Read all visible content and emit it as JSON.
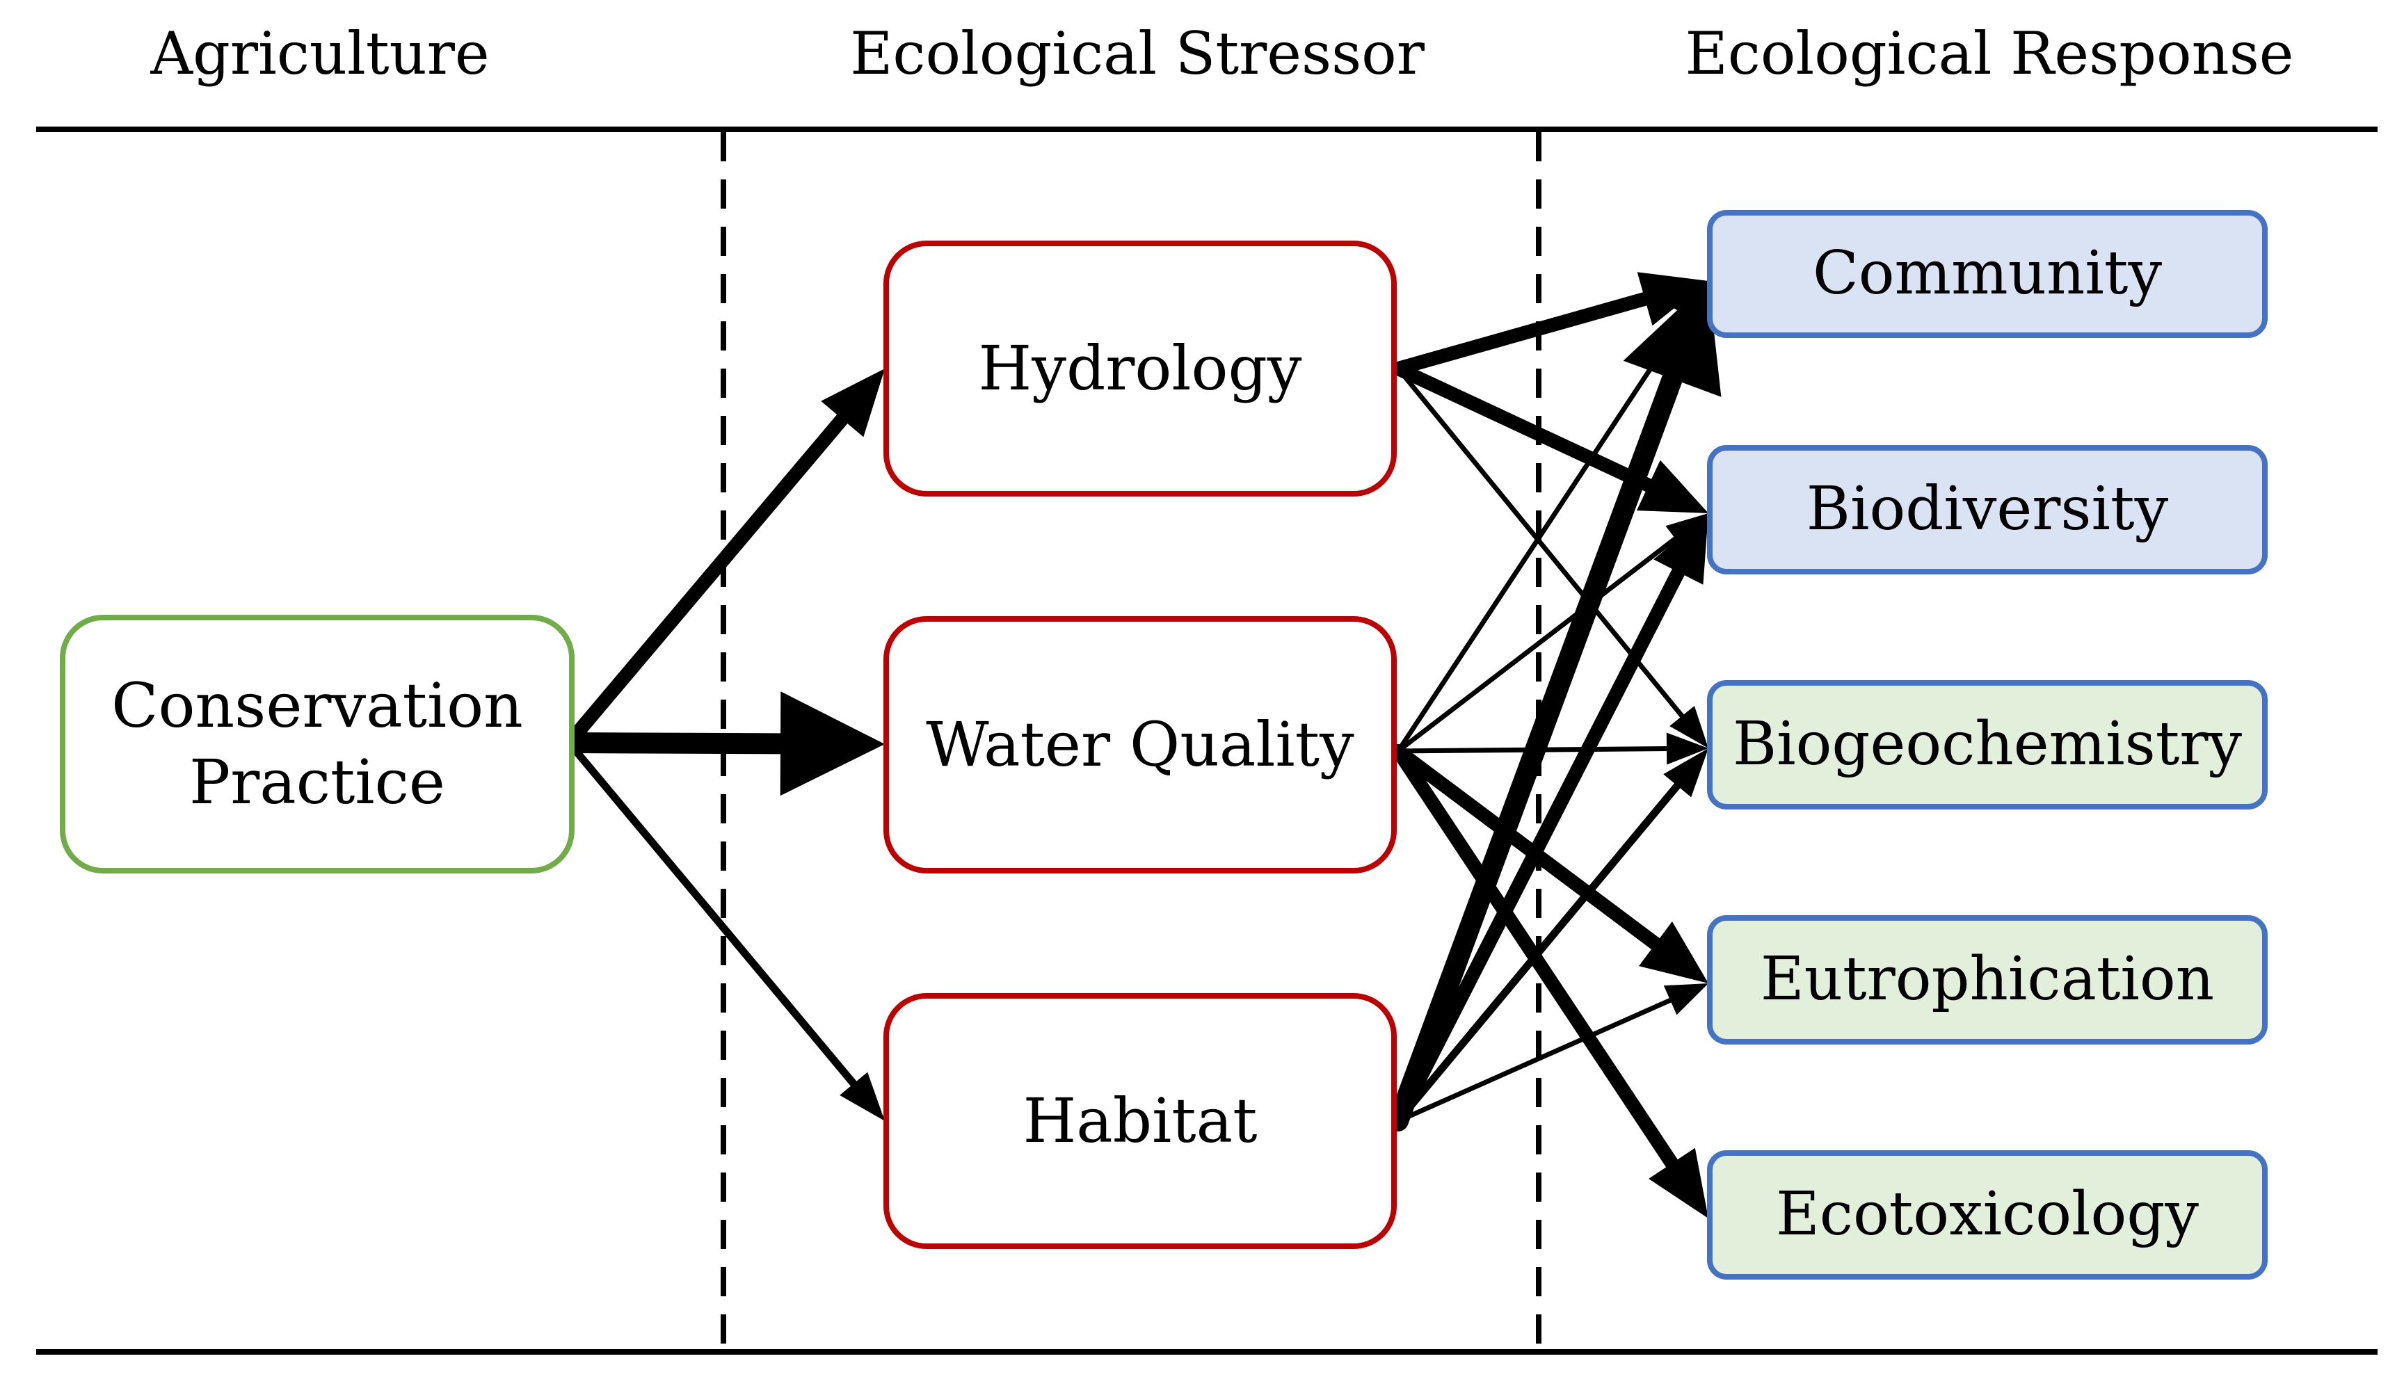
{
  "columns": [
    {
      "id": "agriculture",
      "label": "Agriculture"
    },
    {
      "id": "stressor",
      "label": "Ecological Stressor"
    },
    {
      "id": "response",
      "label": "Ecological Response"
    }
  ],
  "nodes": {
    "conservation_practice": {
      "label_line1": "Conservation",
      "label_line2": "Practice"
    },
    "hydrology": {
      "label": "Hydrology"
    },
    "water_quality": {
      "label": "Water Quality"
    },
    "habitat": {
      "label": "Habitat"
    },
    "community": {
      "label": "Community"
    },
    "biodiversity": {
      "label": "Biodiversity"
    },
    "biogeochemistry": {
      "label": "Biogeochemistry"
    },
    "eutrophication": {
      "label": "Eutrophication"
    },
    "ecotoxicology": {
      "label": "Ecotoxicology"
    }
  },
  "colors": {
    "agriculture_border": "#70ad47",
    "stressor_border": "#c00000",
    "response_border": "#4472c4",
    "response_fill_biotic": "#dae3f3",
    "response_fill_abiotic": "#e2efda",
    "arrow": "#000000"
  },
  "links": [
    {
      "from": "conservation_practice",
      "to": "hydrology",
      "weight": "heavy"
    },
    {
      "from": "conservation_practice",
      "to": "water_quality",
      "weight": "heaviest"
    },
    {
      "from": "conservation_practice",
      "to": "habitat",
      "weight": "medium"
    },
    {
      "from": "hydrology",
      "to": "community",
      "weight": "heavy"
    },
    {
      "from": "hydrology",
      "to": "biodiversity",
      "weight": "heavy"
    },
    {
      "from": "hydrology",
      "to": "biogeochemistry",
      "weight": "thin"
    },
    {
      "from": "water_quality",
      "to": "community",
      "weight": "thin"
    },
    {
      "from": "water_quality",
      "to": "biodiversity",
      "weight": "thin"
    },
    {
      "from": "water_quality",
      "to": "biogeochemistry",
      "weight": "thin"
    },
    {
      "from": "water_quality",
      "to": "eutrophication",
      "weight": "heavy"
    },
    {
      "from": "water_quality",
      "to": "ecotoxicology",
      "weight": "heavy"
    },
    {
      "from": "habitat",
      "to": "community",
      "weight": "heaviest"
    },
    {
      "from": "habitat",
      "to": "biodiversity",
      "weight": "heavy"
    },
    {
      "from": "habitat",
      "to": "biogeochemistry",
      "weight": "medium"
    },
    {
      "from": "habitat",
      "to": "eutrophication",
      "weight": "thin"
    }
  ]
}
